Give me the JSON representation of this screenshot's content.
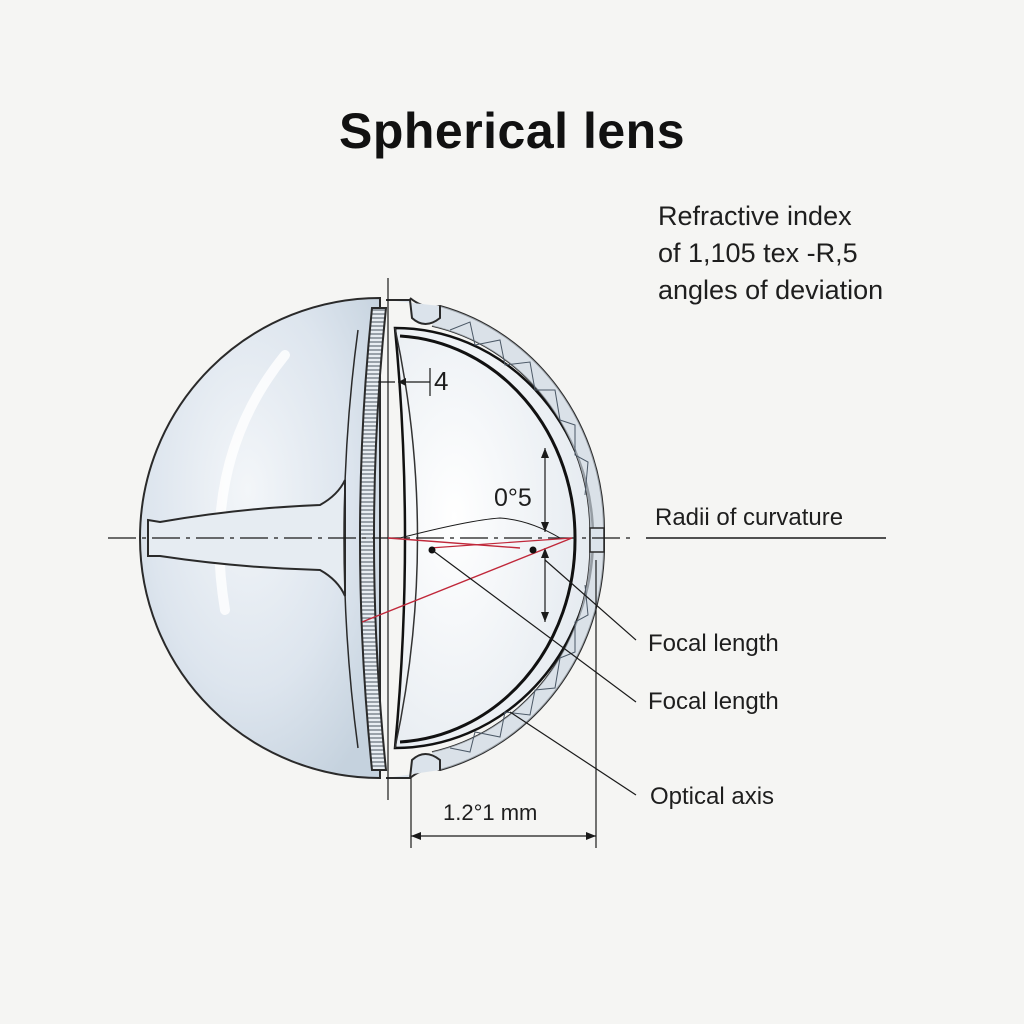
{
  "title": "Spherical lens",
  "note": {
    "line1": "Refractive index",
    "line2": "of 1,105 tex -R,5",
    "line3": "angles of deviation"
  },
  "labels": {
    "radii": "Radii of curvature",
    "focal1": "Focal length",
    "focal2": "Focal length",
    "optical_axis": "Optical axis"
  },
  "dimensions": {
    "thickness": "4",
    "angle": "0°5",
    "width": "1.2°1 mm"
  },
  "colors": {
    "background": "#f5f5f3",
    "lens_fill": "#d9e2ec",
    "line": "#1a1a1a",
    "ray": "#c0283a"
  }
}
